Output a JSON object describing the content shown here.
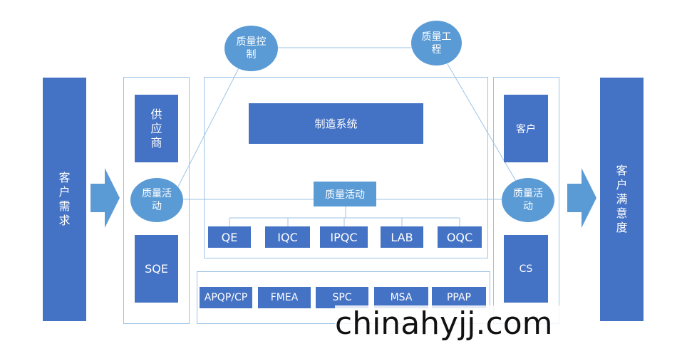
{
  "left_bar": "客户需求",
  "right_bar": "客户满意度",
  "supplier_column": {
    "top": "供应商",
    "middle": "质量活动",
    "bottom": "SQE"
  },
  "customer_column": {
    "top": "客户",
    "middle": "质量活动",
    "bottom": "CS"
  },
  "quality_control": "质量控制",
  "quality_engineering": "质量工程",
  "manufacturing_system": "制造系统",
  "center_activity": "质量活动",
  "inspection_nodes": [
    "QE",
    "IQC",
    "IPQC",
    "LAB",
    "OQC"
  ],
  "tools": [
    "APQP/CP",
    "FMEA",
    "SPC",
    "MSA",
    "PPAP"
  ],
  "watermark": "chinahyjj.com",
  "colors": {
    "dark_blue": "#4472c4",
    "light_blue": "#5b9bd5",
    "frame": "#9dc3e6",
    "line": "#9dc3e6"
  }
}
